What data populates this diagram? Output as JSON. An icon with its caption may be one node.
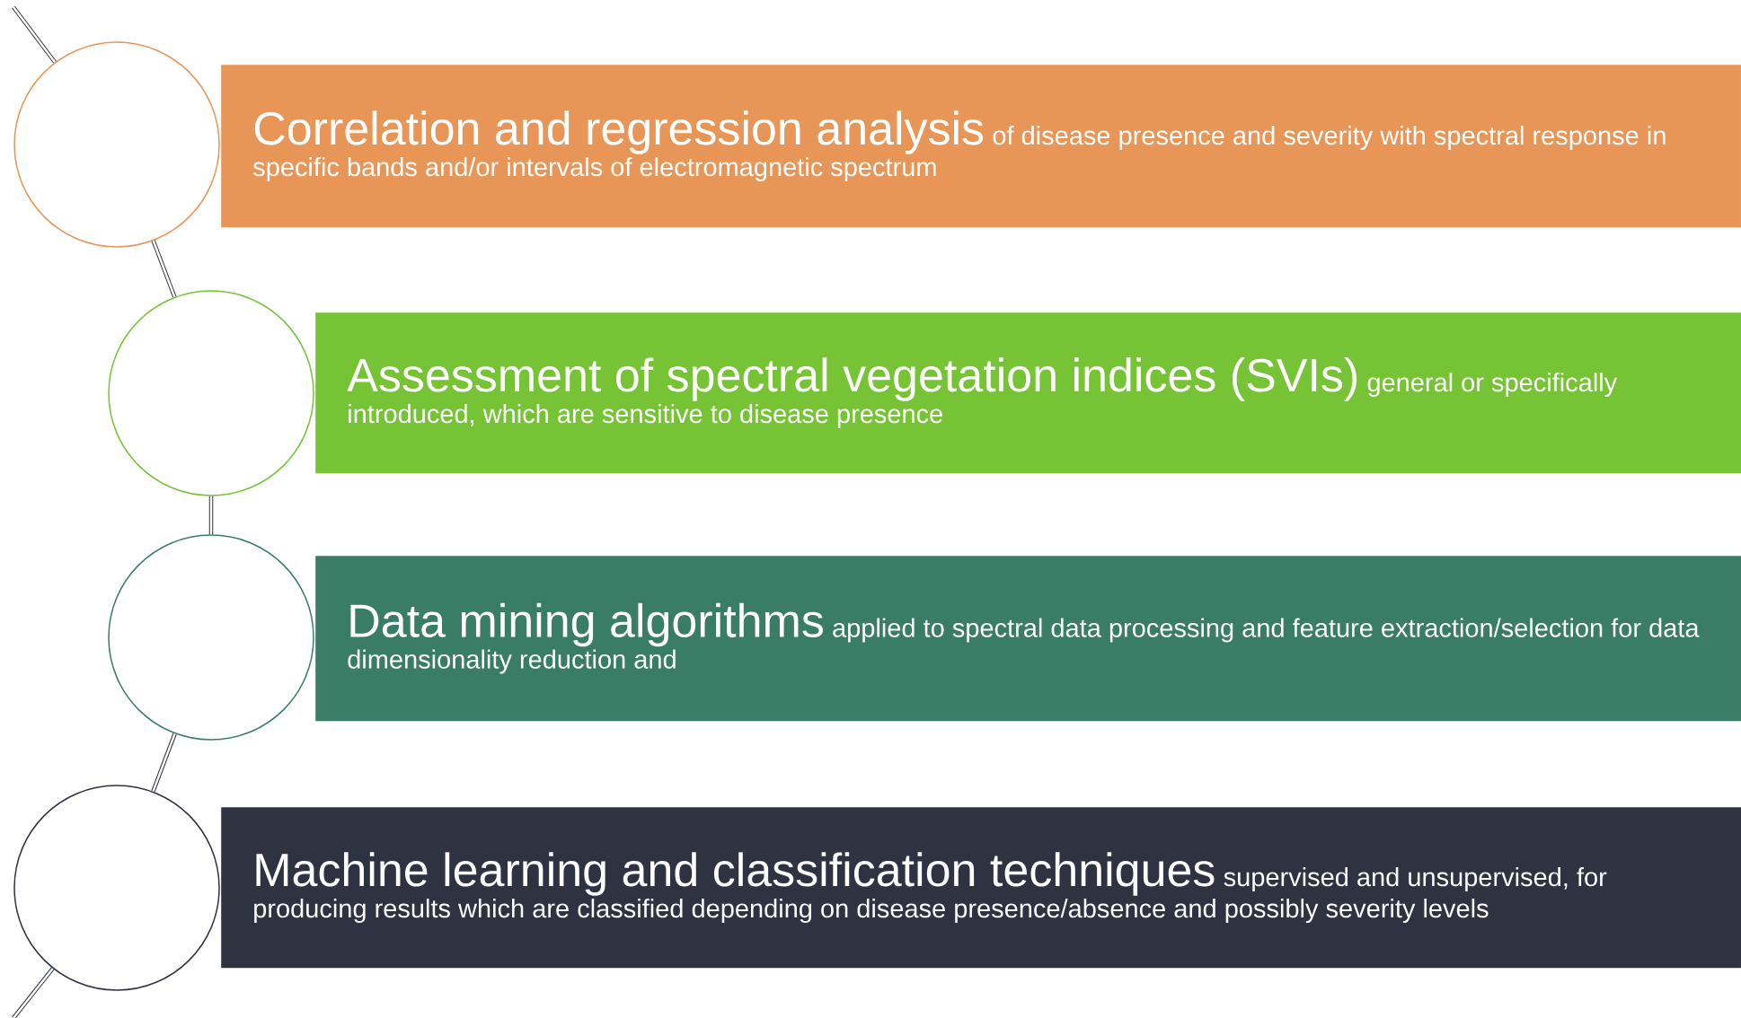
{
  "diagram": {
    "nodes": [
      {
        "text": [],
        "shape": "circle"
      },
      {
        "text": [
          "Correlation and regression analysis",
          "of disease presence and severity with spectral response in specific bands and/or intervals of electromagnetic spectrum"
        ]
      },
      {
        "text": [],
        "shape": "circle"
      },
      {
        "text": [
          "Assessment of spectral vegetation indices (SVIs)",
          "general or specifically introduced, which are sensitive to disease presence"
        ]
      },
      {
        "text": [],
        "shape": "circle"
      },
      {
        "text": [
          "Data mining algorithms",
          "applied to spectral data processing and feature extraction/selection for data dimensionality reduction and"
        ]
      },
      {
        "text": [],
        "shape": "circle"
      },
      {
        "text": [
          "Machine learning and classification techniques",
          "supervised and unsupervised, for producing results which are classified depending on disease presence/absence and possibly severity levels"
        ]
      }
    ],
    "edges": [
      {
        "from": null,
        "to": 0,
        "arrow": "none"
      },
      {
        "from": 0,
        "to": 2,
        "arrow": "none"
      },
      {
        "from": 2,
        "to": 4,
        "arrow": "none"
      },
      {
        "from": 4,
        "to": 6,
        "arrow": "none"
      },
      {
        "from": 6,
        "to": null,
        "arrow": "none"
      }
    ]
  }
}
